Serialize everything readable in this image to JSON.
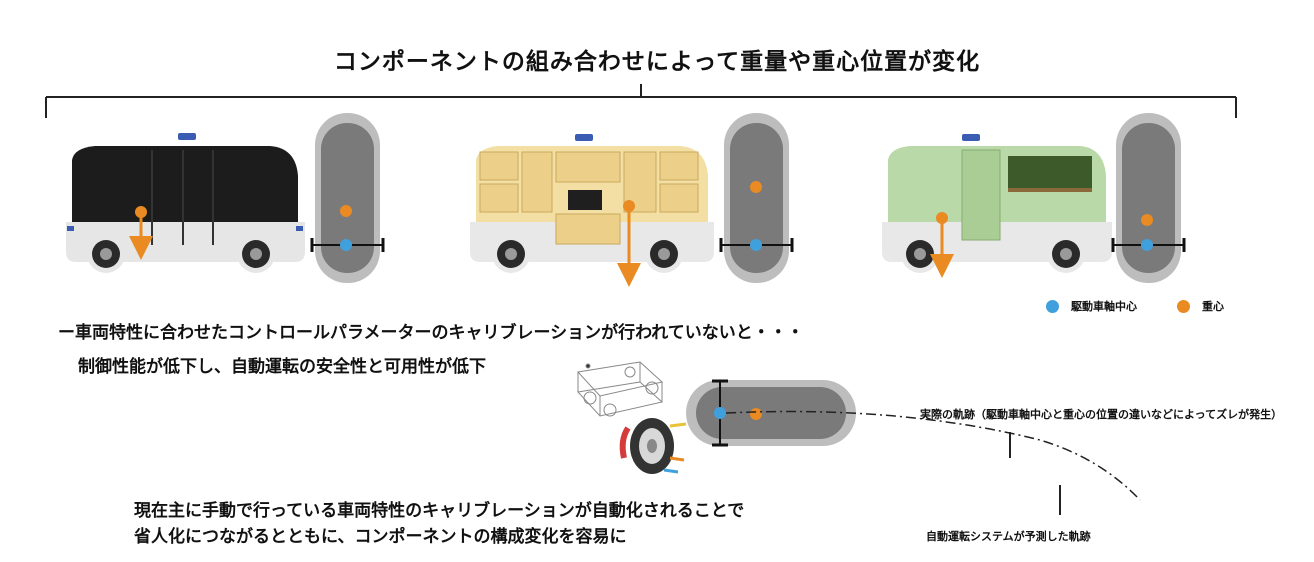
{
  "title": "コンポーネントの組み合わせによって重量や重心位置が変化",
  "notes": {
    "line1": "ー車両特性に合わせたコントロールパラメーターのキャリブレーションが行われていないと・・・",
    "line2": "制御性能が低下し、自動運転の安全性と可用性が低下",
    "line3": "現在主に手動で行っている車両特性のキャリブレーションが自動化されることで",
    "line4": "省人化につながるとともに、コンポーネントの構成変化を容易に"
  },
  "legend": {
    "drive_axle_center": "駆動車軸中心",
    "center_of_gravity": "重心"
  },
  "trajectory": {
    "actual": "実際の軌跡（駆動車軸中心と重心の位置の違いなどによってズレが発生）",
    "predicted": "自動運転システムが予測した軌跡"
  },
  "colors": {
    "drive_axle": "#3fa0dc",
    "gravity": "#ea8a22",
    "bus_black": "#1c1c1c",
    "bus_cream": "#f3dfa3",
    "bus_green": "#b9d9a8"
  },
  "icons": [
    "bus-black-illustration",
    "bus-cream-illustration",
    "bus-green-illustration",
    "chassis-frame-illustration",
    "tire-illustration"
  ]
}
